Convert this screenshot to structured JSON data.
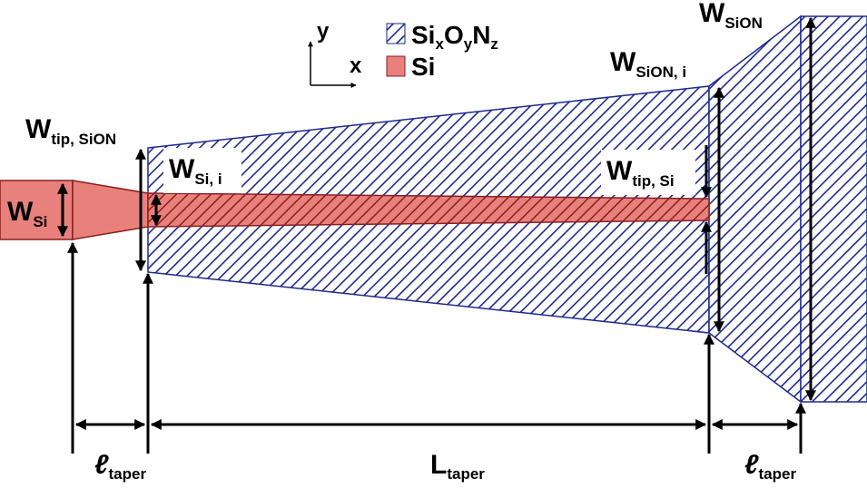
{
  "colors": {
    "hatch_line": "#1e2a8c",
    "silicon_fill": "#e8807c",
    "silicon_stroke": "#8a1e1e",
    "arrow": "#000000"
  },
  "axes": {
    "y": "y",
    "x": "x"
  },
  "legend": [
    {
      "name": "sion-legend",
      "pattern": "hatch",
      "base": "Si",
      "sub1": "x",
      "mid1": "O",
      "sub2": "y",
      "mid2": "N",
      "sub3": "z"
    },
    {
      "name": "si-legend",
      "pattern": "silicon",
      "label": "Si"
    }
  ],
  "labels": {
    "w_si": {
      "main": "W",
      "sub": "Si"
    },
    "w_tip_sion": {
      "main": "W",
      "sub": "tip, SiON"
    },
    "w_si_i": {
      "main": "W",
      "sub": "Si, i"
    },
    "w_tip_si": {
      "main": "W",
      "sub": "tip, Si"
    },
    "w_sion_i": {
      "main": "W",
      "sub": "SiON, i"
    },
    "w_sion": {
      "main": "W",
      "sub": "SiON"
    },
    "l_taper_left": {
      "main": "ℓ",
      "sub": "taper"
    },
    "L_taper": {
      "main": "L",
      "sub": "taper"
    },
    "l_taper_right": {
      "main": "ℓ",
      "sub": "taper"
    }
  }
}
